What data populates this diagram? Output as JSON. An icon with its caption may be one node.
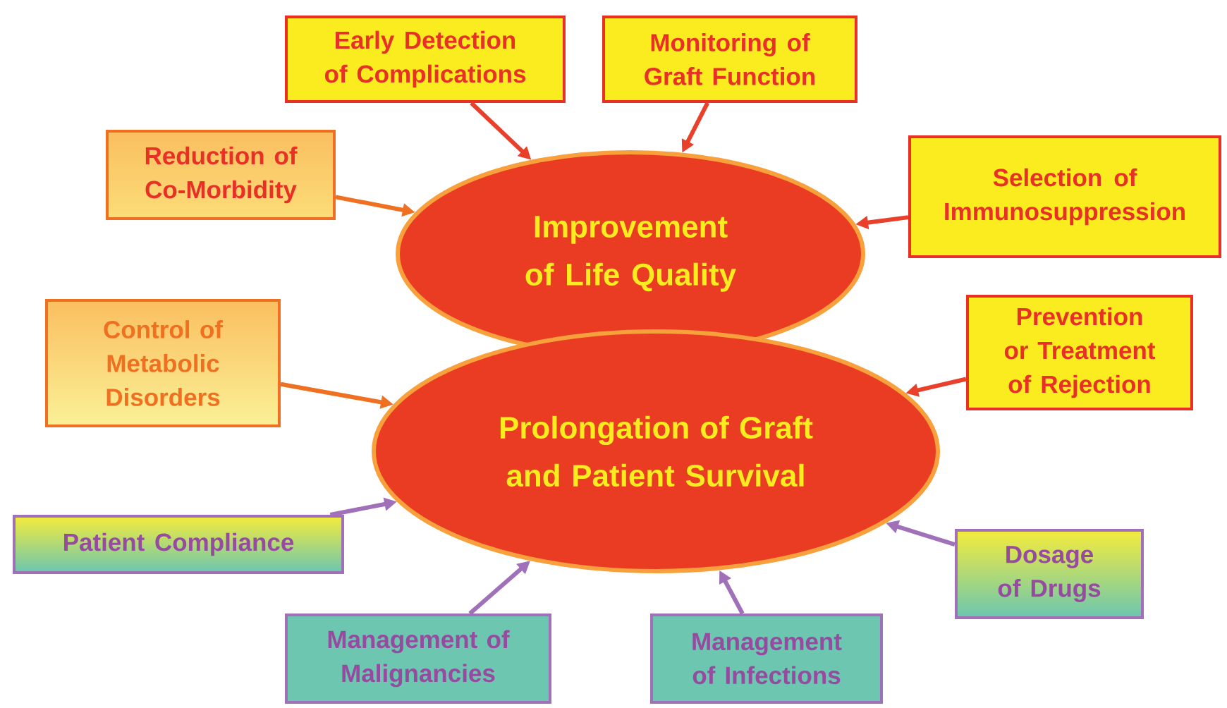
{
  "diagram": {
    "nodes": [
      {
        "text": [
          "Early Detection of Complications"
        ]
      },
      {
        "text": [
          "Monitoring of Graft Function"
        ]
      },
      {
        "text": [
          "Reduction of Co-Morbidity"
        ]
      },
      {
        "text": [
          "Selection of Immunosuppression"
        ]
      },
      {
        "text": [
          "Improvement of Life Quality"
        ]
      },
      {
        "text": [
          "Control of Metabolic Disorders"
        ]
      },
      {
        "text": [
          "Prevention or Treatment of Rejection"
        ]
      },
      {
        "text": [
          "Prolongation of Graft and Patient Survival"
        ]
      },
      {
        "text": [
          "Patient Compliance"
        ]
      },
      {
        "text": [
          "Dosage of Drugs"
        ]
      },
      {
        "text": [
          "Management of Malignancies"
        ]
      },
      {
        "text": [
          "Management of Infections"
        ]
      }
    ],
    "edges": [
      {
        "from": 0,
        "to": 4,
        "arrow": "to",
        "color": "#e8402a"
      },
      {
        "from": 1,
        "to": 4,
        "arrow": "to",
        "color": "#e8402a"
      },
      {
        "from": 2,
        "to": 4,
        "arrow": "to",
        "color": "#f07021"
      },
      {
        "from": 3,
        "to": 4,
        "arrow": "to",
        "color": "#e8402a"
      },
      {
        "from": 5,
        "to": 7,
        "arrow": "to",
        "color": "#f07021"
      },
      {
        "from": 6,
        "to": 7,
        "arrow": "to",
        "color": "#e8402a"
      },
      {
        "from": 8,
        "to": 7,
        "arrow": "to",
        "color": "#a070b8"
      },
      {
        "from": 9,
        "to": 7,
        "arrow": "to",
        "color": "#a070b8"
      },
      {
        "from": 10,
        "to": 7,
        "arrow": "to",
        "color": "#a070b8"
      },
      {
        "from": 11,
        "to": 7,
        "arrow": "to",
        "color": "#a070b8"
      }
    ]
  }
}
